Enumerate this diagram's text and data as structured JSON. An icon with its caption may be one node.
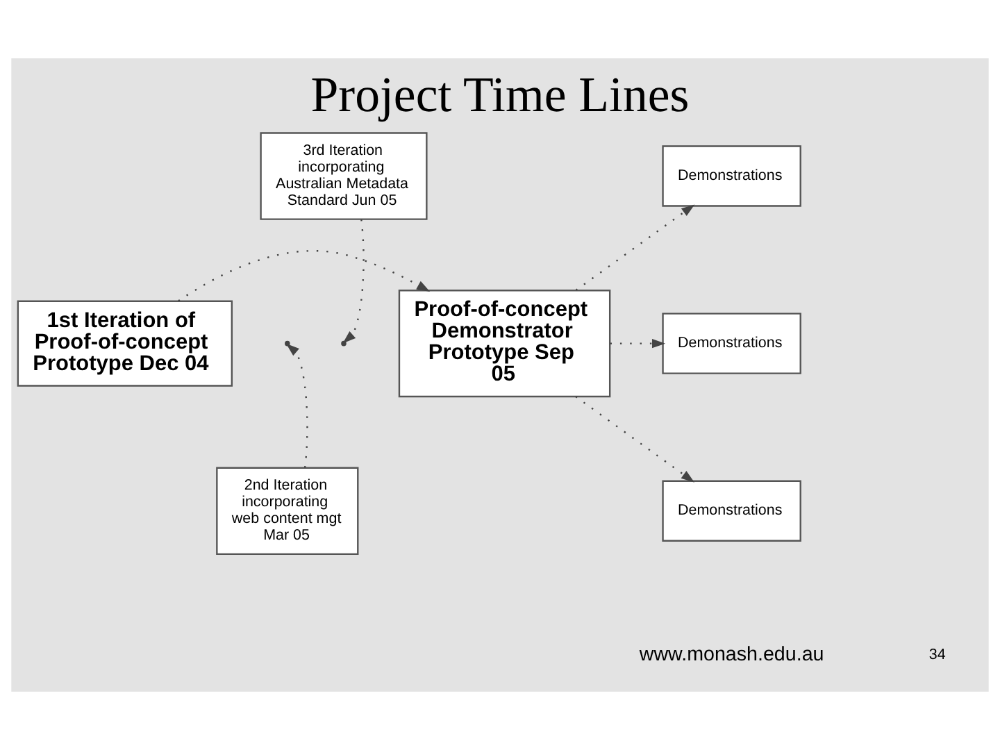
{
  "diagram": {
    "title": "Project Time Lines",
    "nodes": [
      {
        "text": [
          "3rd Iteration incorporating Australian Metadata Standard Jun 05"
        ]
      },
      {
        "text": [
          "1st Iteration of Proof-of-concept Prototype Dec 04"
        ]
      },
      {
        "text": [
          "Proof-of-concept Demonstrator Prototype Sep 05"
        ]
      },
      {
        "text": [
          "Demonstrations"
        ]
      },
      {
        "text": [
          "Demonstrations"
        ]
      },
      {
        "text": [
          "Demonstrations"
        ]
      },
      {
        "text": [
          "2nd Iteration incorporating web content mgt Mar 05"
        ]
      }
    ],
    "edges": [
      {
        "from": 1,
        "to": 2,
        "arrow": "to",
        "style": "dashed"
      },
      {
        "from": 0,
        "to": null,
        "arrow": "to",
        "style": "dashed"
      },
      {
        "from": 6,
        "to": null,
        "arrow": "to",
        "style": "dashed"
      },
      {
        "from": 2,
        "to": 3,
        "arrow": "to",
        "style": "dashed"
      },
      {
        "from": 2,
        "to": 4,
        "arrow": "to",
        "style": "dashed"
      },
      {
        "from": 2,
        "to": 5,
        "arrow": "to",
        "style": "dashed"
      }
    ],
    "labels": [
      "www.monash.edu.au",
      "34"
    ]
  }
}
